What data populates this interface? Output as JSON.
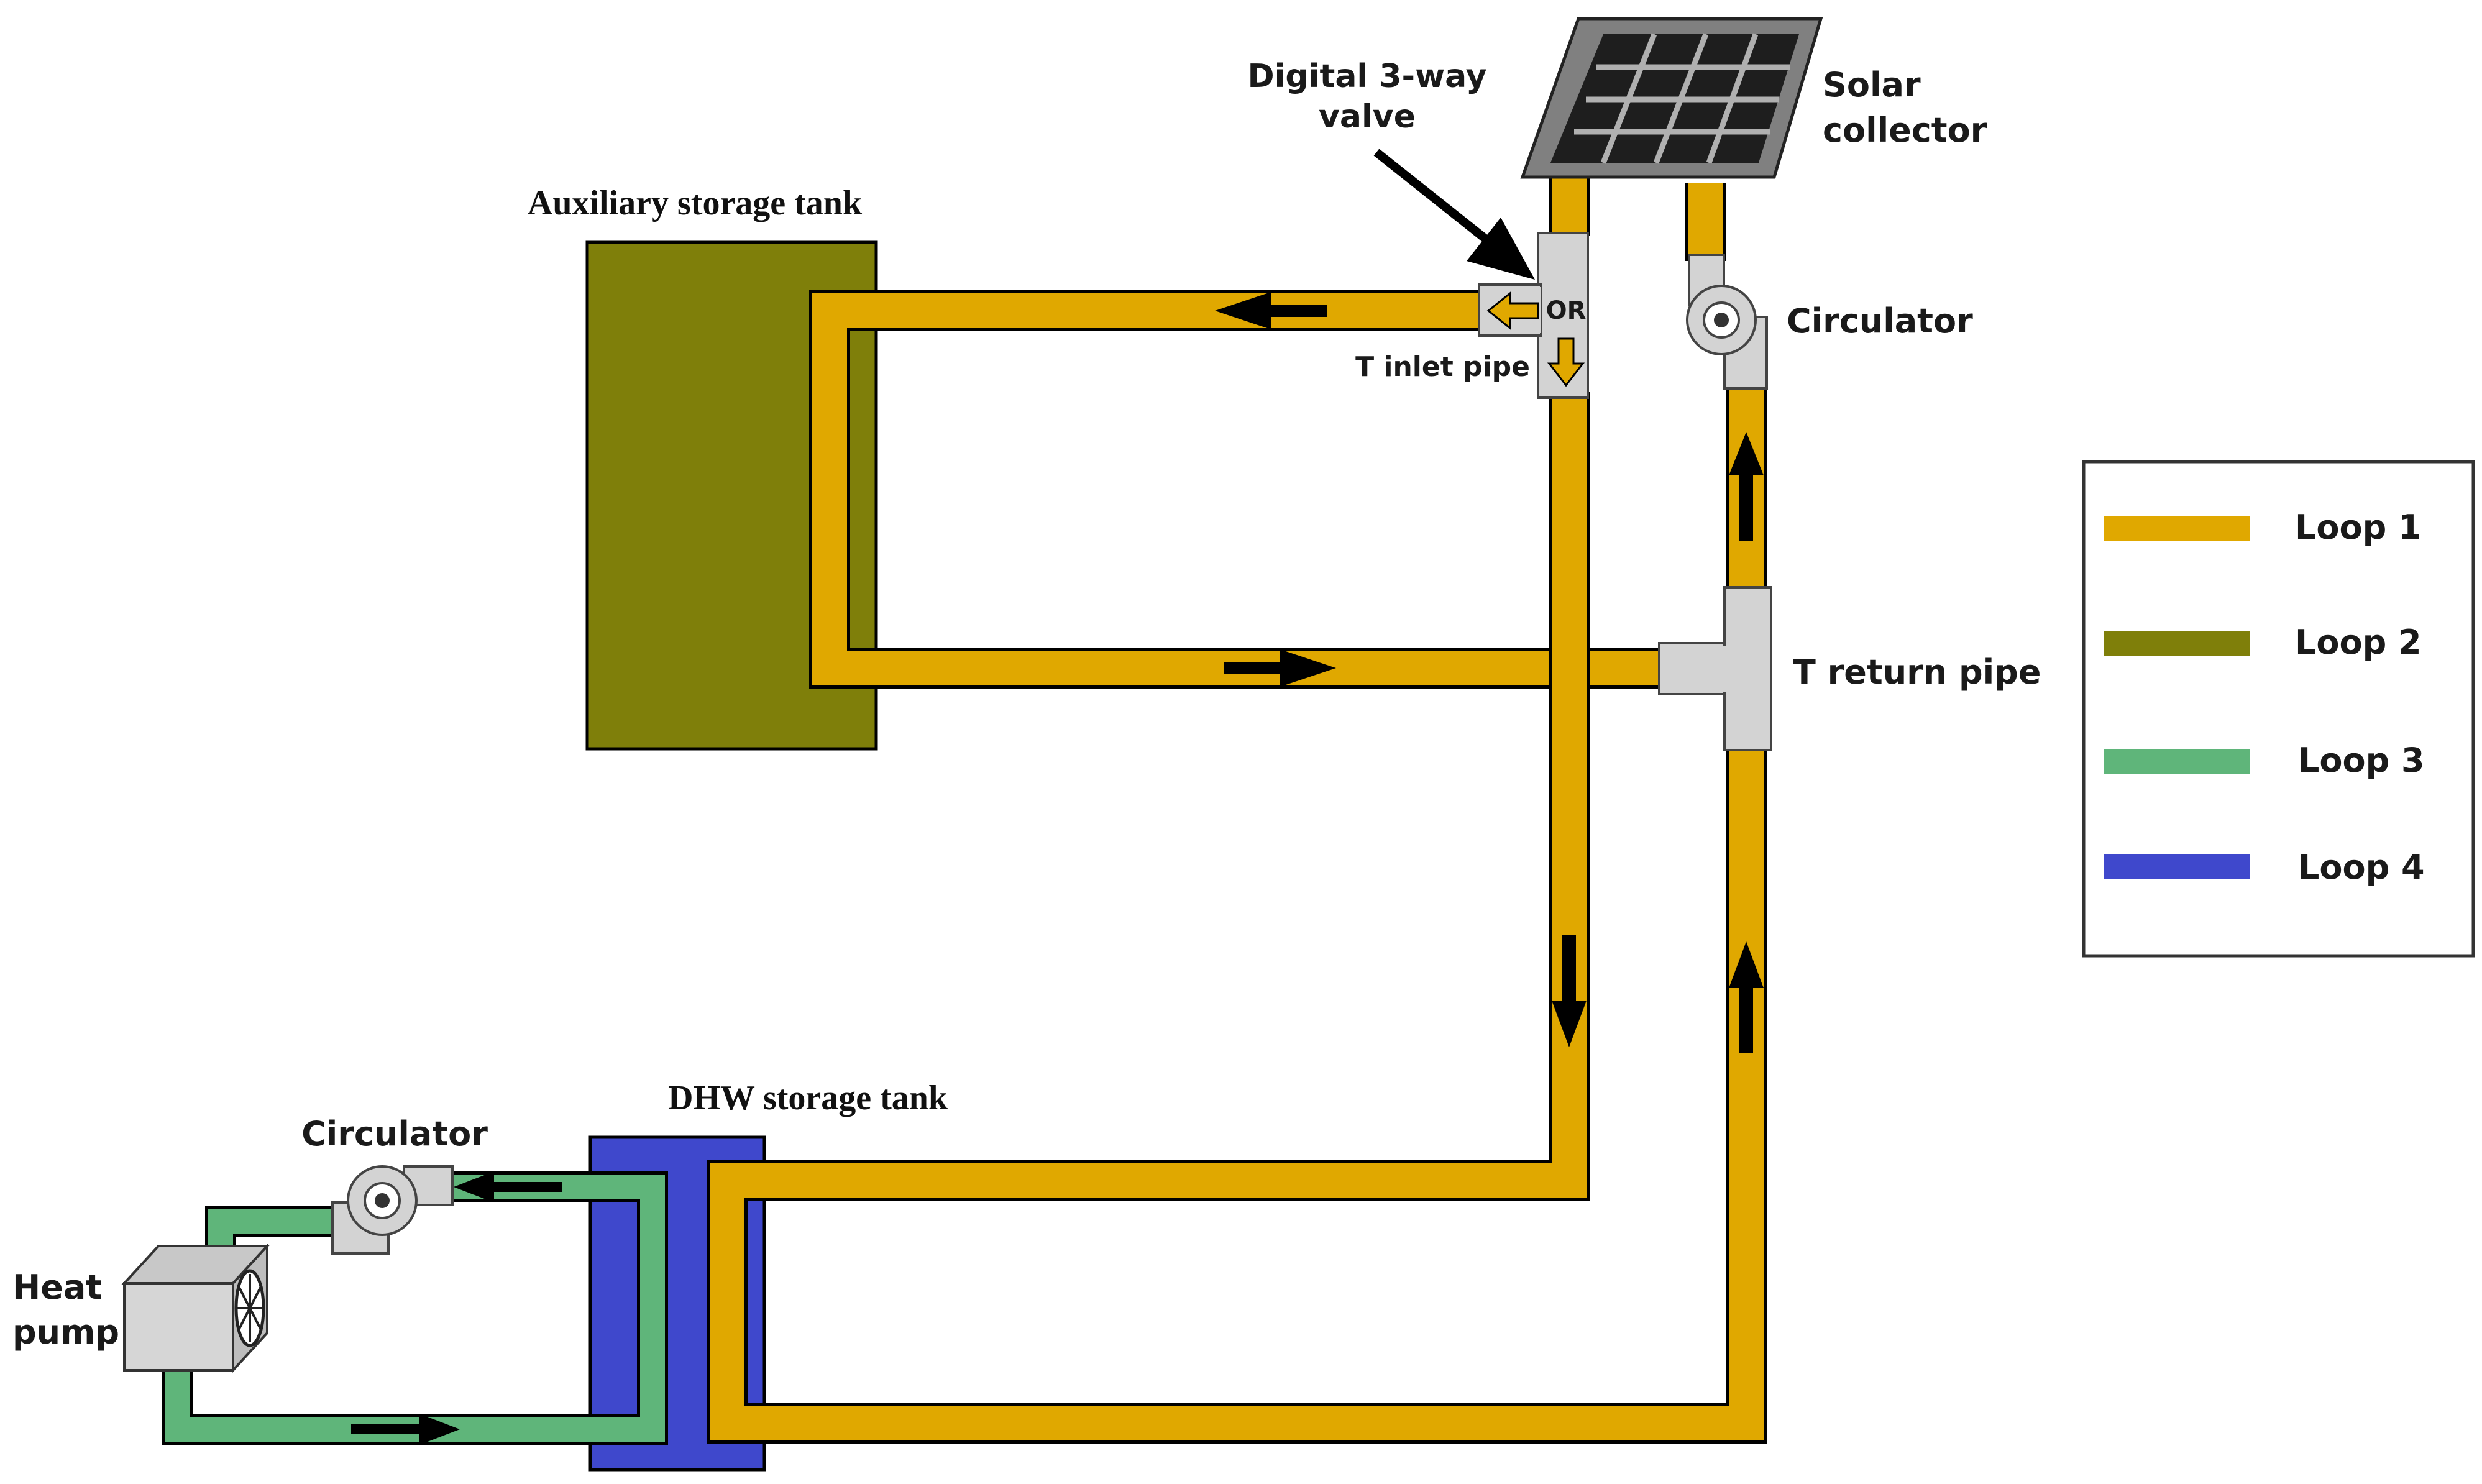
{
  "labels": {
    "valve": [
      "Digital 3-way",
      "valve"
    ],
    "solar": [
      "Solar",
      "collector"
    ],
    "aux_tank": "Auxiliary storage tank",
    "circulator_top": "Circulator",
    "t_inlet": "T inlet pipe",
    "or_text": "OR",
    "t_return": "T return pipe",
    "dhw_tank": "DHW storage tank",
    "circulator_bottom": "Circulator",
    "heat_pump": [
      "Heat",
      "pump"
    ]
  },
  "legend": [
    {
      "label": "Loop 1",
      "color": "#E0A800"
    },
    {
      "label": "Loop 2",
      "color": "#7F7F0A"
    },
    {
      "label": "Loop 3",
      "color": "#5FB57A"
    },
    {
      "label": "Loop 4",
      "color": "#3F48CC"
    }
  ],
  "colors": {
    "loop1": "#E0A800",
    "loop2": "#7F7F0A",
    "loop3": "#5FB57A",
    "loop4": "#3F48CC",
    "fitting": "#D3D3D3"
  }
}
